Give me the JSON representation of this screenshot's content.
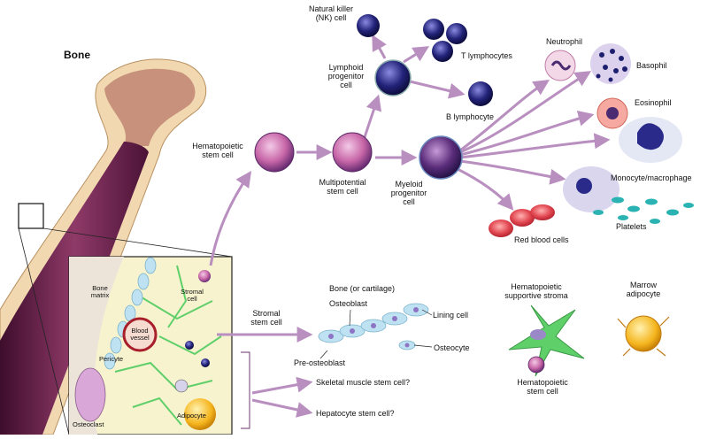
{
  "labels": {
    "bone": "Bone",
    "nk_cell": "Natural killer\n(NK) cell",
    "t_lymphocytes": "T lymphocytes",
    "lymphoid_progenitor": "Lymphoid\nprogenitor\ncell",
    "b_lymphocyte": "B lymphocyte",
    "neutrophil": "Neutrophil",
    "basophil": "Basophil",
    "eosinophil": "Eosinophil",
    "hematopoietic_stem_cell": "Hematopoietic\nstem cell",
    "multipotential_stem_cell": "Multipotential\nstem cell",
    "myeloid_progenitor": "Myeloid\nprogenitor\ncell",
    "monocyte_macrophage": "Monocyte/macrophage",
    "platelets": "Platelets",
    "red_blood_cells": "Red blood cells",
    "bone_matrix": "Bone\nmatrix",
    "stromal_cell": "Stromal\ncell",
    "blood_vessel": "Blood\nvessel",
    "pericyte": "Pericyte",
    "osteoclast": "Osteoclast",
    "adipocyte": "Adipocyte",
    "stromal_stem_cell": "Stromal\nstem cell",
    "bone_or_cartilage": "Bone (or cartilage)",
    "osteoblast": "Osteoblast",
    "lining_cell": "Lining cell",
    "osteocyte": "Osteocyte",
    "pre_osteoblast": "Pre-osteoblast",
    "hematopoietic_supportive_stroma": "Hematopoietic\nsupportive stroma",
    "hematopoietic_stem_cell_small": "Hematopoietic\nstem cell",
    "marrow_adipocyte": "Marrow\nadipocyte",
    "skeletal_muscle_stem_cell": "Skeletal muscle stem cell?",
    "hepatocyte_stem_cell": "Hepatocyte stem cell?"
  },
  "colors": {
    "arrow": "#b98fc0",
    "bone_shaft": "#7a2a55",
    "bone_outer": "#f1d8b0",
    "stem_cell": "#c86aa8",
    "lymphocyte": "#2a2a8a",
    "rbc": "#e0444e",
    "platelet": "#2bb3b3",
    "inset_bg": "#f7f3cf",
    "stroma": "#5fcf6a",
    "adipocyte": "#f2b21c"
  }
}
